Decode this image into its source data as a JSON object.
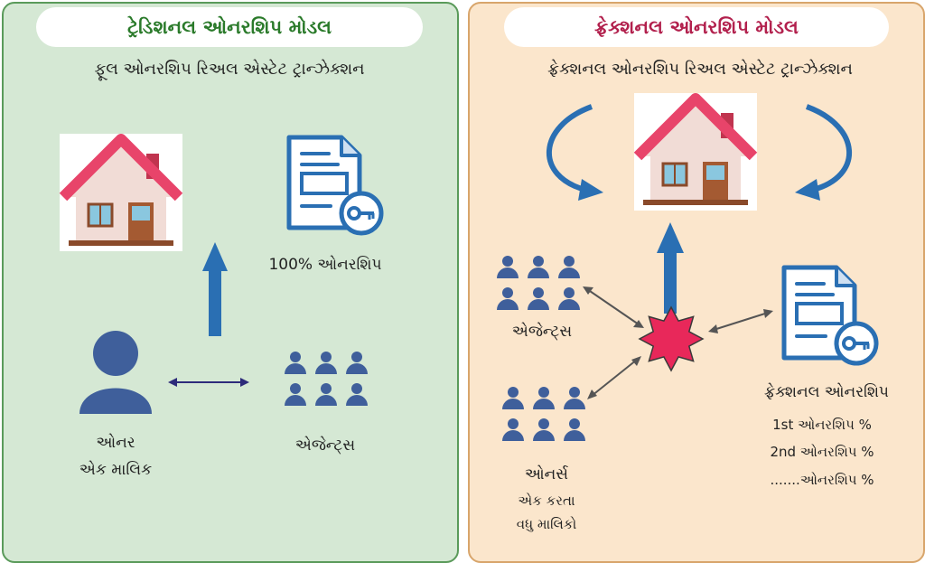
{
  "left_panel": {
    "title": "ટ્રેડિશનલ ઓનરશિપ મોડલ",
    "subtitle": "ફૂલ ઓનરશિપ રિઅલ એસ્ટેટ ટ્રાન્ઝેક્શન",
    "ownership_label": "100% ઓનરશિપ",
    "owner_label": "ઓનર",
    "owner_sub": "એક માલિક",
    "agents_label": "એજેન્ટ્સ"
  },
  "right_panel": {
    "title": "ફ્રેક્શનલ ઓનરશિપ મોડલ",
    "subtitle": "ફ્રેક્શનલ ઓનરશિપ રિઅલ એસ્ટેટ ટ્રાન્ઝેક્શન",
    "agents_label": "એજેન્ટ્સ",
    "owners_label": "ઓનર્સ",
    "owners_sub1": "એક કરતા",
    "owners_sub2": "વધુ માલિકો",
    "fractional_label": "ફ્રેક્શનલ ઓનરશિપ",
    "shares": [
      "1st ઓનરશિપ %",
      "2nd ઓનરશિપ %",
      ".......ઓનરશિપ %"
    ]
  },
  "icons": [
    "house-icon",
    "document-key-icon",
    "person-icon",
    "people-group-icon",
    "starburst-icon",
    "arrow-icon"
  ],
  "colors": {
    "left_bg": "#d5e8d4",
    "right_bg": "#fbe6cc",
    "left_title": "#2a7a2a",
    "right_title": "#b2204d",
    "arrow_blue": "#2a6fb3",
    "people_blue": "#3f5f9b",
    "roof_red": "#e8446a",
    "burst_red": "#e8285a"
  }
}
